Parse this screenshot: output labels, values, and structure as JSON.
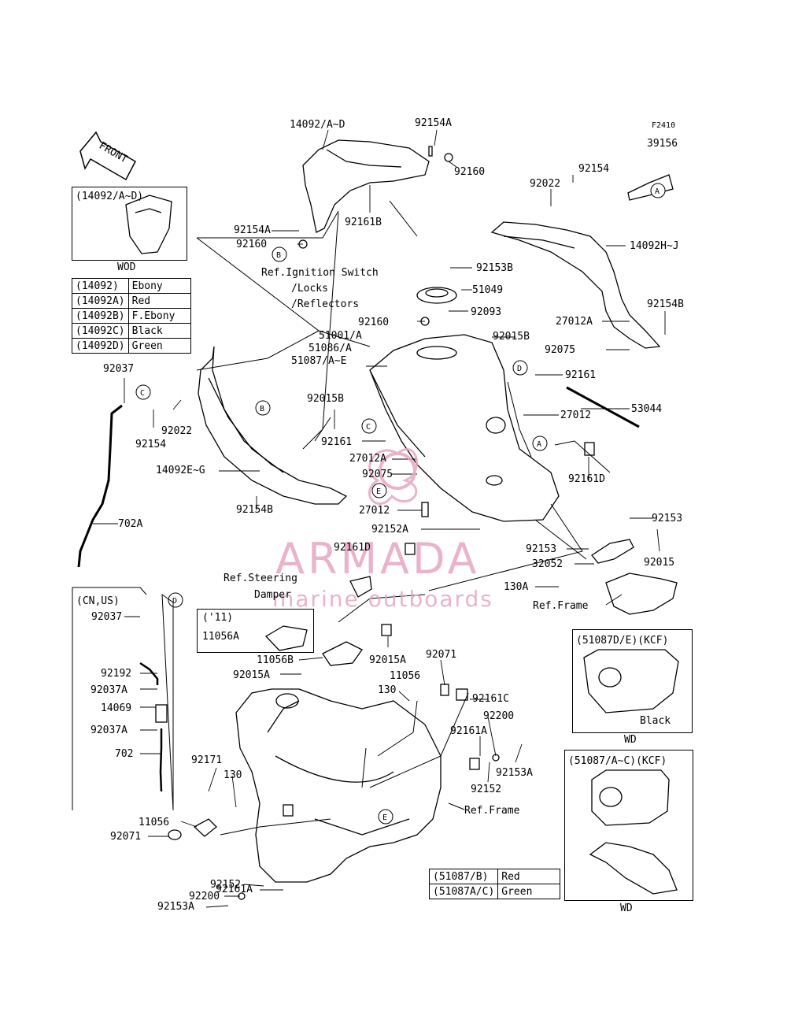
{
  "diagram": {
    "code": "F2410",
    "front_label": "FRONT",
    "labels": [
      "14092/A~D",
      "92154A",
      "92160",
      "39156",
      "92154",
      "92022",
      "14092H~J",
      "92161B",
      "92154A",
      "92160",
      "Ref.Ignition Switch",
      "/Locks",
      "/Reflectors",
      "92153B",
      "51049",
      "92093",
      "92160",
      "27012A",
      "92154B",
      "92015B",
      "92075",
      "51001/A",
      "51086/A",
      "51087/A~E",
      "92161",
      "53044",
      "92015B",
      "27012",
      "92037",
      "92022",
      "92154",
      "14092E~G",
      "92161",
      "27012A",
      "92075",
      "27012",
      "92152A",
      "92161D",
      "92154B",
      "702A",
      "92161D",
      "92153",
      "92153",
      "32052",
      "92015",
      "130A",
      "Ref.Frame",
      "Ref.Steering",
      "Damper",
      "92037",
      "92192",
      "92037A",
      "14069",
      "92037A",
      "702",
      "11056B",
      "92015A",
      "92071",
      "92015A",
      "11056",
      "130",
      "92161C",
      "92200",
      "92161A",
      "92153A",
      "92152",
      "Ref.Frame",
      "92171",
      "130",
      "11056",
      "92071",
      "92161A",
      "92152",
      "92200",
      "92153A"
    ],
    "callouts": [
      "A",
      "A",
      "B",
      "B",
      "C",
      "C",
      "D",
      "D",
      "E",
      "E"
    ]
  },
  "inset_wod": {
    "title": "(14092/A~D)",
    "footer": "WOD",
    "color_table": [
      {
        "part": "(14092)",
        "color": "Ebony"
      },
      {
        "part": "(14092A)",
        "color": "Red"
      },
      {
        "part": "(14092B)",
        "color": "F.Ebony"
      },
      {
        "part": "(14092C)",
        "color": "Black"
      },
      {
        "part": "(14092D)",
        "color": "Green"
      }
    ]
  },
  "inset_cnus": {
    "title": "(CN,US)"
  },
  "inset_11": {
    "title": "('11)",
    "part": "11056A"
  },
  "inset_kcf_black": {
    "title": "(51087D/E)(KCF)",
    "caption": "Black",
    "footer": "WD"
  },
  "inset_kcf_ac": {
    "title": "(51087/A~C)(KCF)",
    "footer": "WD"
  },
  "tank_color_table": [
    {
      "part": "(51087/B)",
      "color": "Red"
    },
    {
      "part": "(51087A/C)",
      "color": "Green"
    }
  ],
  "watermark": {
    "brand": "ARMADA",
    "tagline": "marine outboards",
    "color": "#e6a6c4"
  }
}
